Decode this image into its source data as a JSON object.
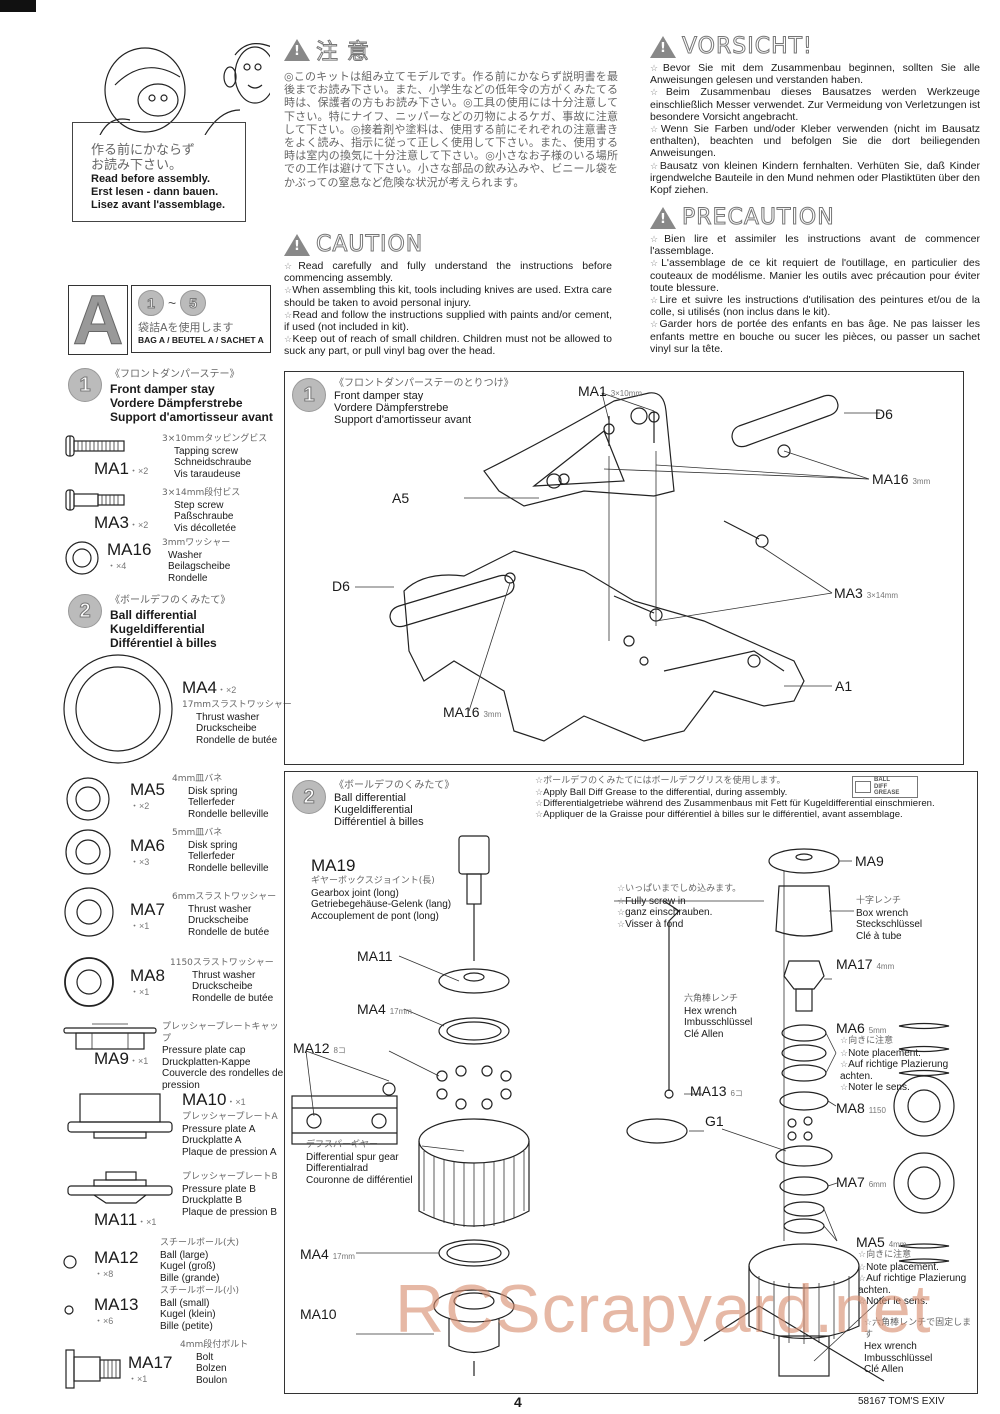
{
  "sign": {
    "jp": "作る前にかならず お読み下さい。",
    "lines": [
      "Read before assembly.",
      "Erst lesen - dann bauen.",
      "Lisez avant l'assemblage."
    ]
  },
  "warnings": {
    "jp": {
      "title": "注 意",
      "text": "◎このキットは組み立てモデルです。作る前にかならず説明書を最後までお読み下さい。また、小学生などの低年令の方がくみたてる時は、保護者の方もお読み下さい。◎工具の使用には十分注意して下さい。特にナイフ、ニッパーなどの刃物によるケガ、事故に注意して下さい。◎接着剤や塗料は、使用する前にそれぞれの注意書きをよく読み、指示に従って正しく使用して下さい。また、使用する時は室内の換気に十分注意して下さい。◎小さなお子様のいる場所での工作は避けて下さい。小さな部品の飲み込みや、ビニール袋をかぶっての窒息など危険な状況が考えられます。"
    },
    "en": {
      "title": "CAUTION",
      "items": [
        "Read carefully and fully understand the instructions before commencing assembly.",
        "When assembling this kit, tools including knives are used. Extra care should be taken to avoid personal injury.",
        "Read and follow the instructions supplied with paints and/or cement, if used (not included in kit).",
        "Keep out of reach of small children. Children must not be allowed to suck any part, or pull vinyl bag over the head."
      ]
    },
    "de": {
      "title": "VORSICHT!",
      "items": [
        "Bevor Sie mit dem Zusammenbau beginnen, sollten Sie alle Anweisungen gelesen und verstanden haben.",
        "Beim Zusammenbau dieses Bausatzes werden Werkzeuge einschließlich Messer verwendet. Zur Vermeidung von Verletzungen ist besondere Vorsicht angebracht.",
        "Wenn Sie Farben und/oder Kleber verwenden (nicht im Bausatz enthalten), beachten und befolgen Sie die dort beiliegenden Anweisungen.",
        "Bausatz von kleinen Kindern fernhalten. Verhüten Sie, daß Kinder irgendwelche Bauteile in den Mund nehmen oder Plastiktüten über den Kopf ziehen."
      ]
    },
    "fr": {
      "title": "PRECAUTION",
      "items": [
        "Bien lire et assimiler les instructions avant de commencer l'assemblage.",
        "L'assemblage de ce kit requiert de l'outillage, en particulier des couteaux de modélisme. Manier les outils avec précaution pour éviter toute blessure.",
        "Lire et suivre les instructions d'utilisation des peintures et/ou de la colle, si utilisés (non inclus dans le kit).",
        "Garder hors de portée des enfants en bas âge. Ne pas laisser les enfants mettre en bouche ou sucer les pièces, ou passer un sachet vinyl sur la tête."
      ]
    }
  },
  "bag": {
    "letter": "A",
    "steps_from": "1",
    "steps_sep": "~",
    "steps_to": "5",
    "jp": "袋詰Aを使用します",
    "label": "BAG A / BEUTEL A / SACHET A"
  },
  "parts_list": {
    "step1": {
      "num": "1",
      "jp": "《フロントダンパーステー》",
      "titles": [
        "Front damper stay",
        "Vordere Dämpferstrebe",
        "Support d'amortisseur avant"
      ],
      "parts": [
        {
          "code": "MA1",
          "qty": "・×2",
          "jp": "3×10mmタッピングビス",
          "names": [
            "Tapping screw",
            "Schneidschraube",
            "Vis taraudeuse"
          ]
        },
        {
          "code": "MA3",
          "qty": "・×2",
          "jp": "3×14mm段付ビス",
          "names": [
            "Step screw",
            "Paßschraube",
            "Vis décolletée"
          ]
        },
        {
          "code": "MA16",
          "qty": "・×4",
          "jp": "3mmワッシャー",
          "names": [
            "Washer",
            "Beilagscheibe",
            "Rondelle"
          ]
        }
      ]
    },
    "step2": {
      "num": "2",
      "jp": "《ボールデフのくみたて》",
      "titles": [
        "Ball differential",
        "Kugeldifferential",
        "Différentiel à billes"
      ],
      "parts": [
        {
          "code": "MA4",
          "qty": "・×2",
          "jp": "17mmスラストワッシャー",
          "names": [
            "Thrust washer",
            "Druckscheibe",
            "Rondelle de butée"
          ]
        },
        {
          "code": "MA5",
          "qty": "・×2",
          "jp": "4mm皿バネ",
          "names": [
            "Disk spring",
            "Tellerfeder",
            "Rondelle belleville"
          ]
        },
        {
          "code": "MA6",
          "qty": "・×3",
          "jp": "5mm皿バネ",
          "names": [
            "Disk spring",
            "Tellerfeder",
            "Rondelle belleville"
          ]
        },
        {
          "code": "MA7",
          "qty": "・×1",
          "jp": "6mmスラストワッシャー",
          "names": [
            "Thrust washer",
            "Druckscheibe",
            "Rondelle de butée"
          ]
        },
        {
          "code": "MA8",
          "qty": "・×1",
          "jp": "1150スラストワッシャー",
          "names": [
            "Thrust washer",
            "Druckscheibe",
            "Rondelle de butée"
          ]
        },
        {
          "code": "MA9",
          "qty": "・×1",
          "jp": "プレッシャープレートキャップ",
          "names": [
            "Pressure plate cap",
            "Druckplatten-Kappe",
            "Couvercle des rondelles de pression"
          ]
        },
        {
          "code": "MA10",
          "qty": "・×1",
          "jp": "プレッシャープレートA",
          "names": [
            "Pressure plate A",
            "Druckplatte A",
            "Plaque de pression A"
          ]
        },
        {
          "code": "MA11",
          "qty": "・×1",
          "jp": "プレッシャープレートB",
          "names": [
            "Pressure plate B",
            "Druckplatte B",
            "Plaque de pression B"
          ]
        },
        {
          "code": "MA12",
          "qty": "・×8",
          "jp": "スチールボール(大)",
          "names": [
            "Ball (large)",
            "Kugel (groß)",
            "Bille (grande)"
          ]
        },
        {
          "code": "MA13",
          "qty": "・×6",
          "jp": "スチールボール(小)",
          "names": [
            "Ball (small)",
            "Kugel (klein)",
            "Bille (petite)"
          ]
        },
        {
          "code": "MA17",
          "qty": "・×1",
          "jp": "4mm段付ボルト",
          "names": [
            "Bolt",
            "Bolzen",
            "Boulon"
          ]
        }
      ]
    }
  },
  "diagram1": {
    "num": "1",
    "jp": "《フロントダンパーステーのとりつけ》",
    "titles": [
      "Front damper stay",
      "Vordere Dämpferstrebe",
      "Support d'amortisseur avant"
    ],
    "callouts": {
      "ma1": "MA1",
      "ma1_size": "3×10mm",
      "d6_right": "D6",
      "ma16_right": "MA16",
      "ma16_right_size": "3mm",
      "a5": "A5",
      "d6_left": "D6",
      "ma3": "MA3",
      "ma3_size": "3×14mm",
      "a1": "A1",
      "ma16_bottom": "MA16",
      "ma16_bottom_size": "3mm"
    }
  },
  "diagram2": {
    "num": "2",
    "jp": "《ボールデフのくみたて》",
    "titles": [
      "Ball differential",
      "Kugeldifferential",
      "Différentiel à billes"
    ],
    "grease_note": {
      "jp": "ボールデフのくみたてにはボールデフグリスを使用します。",
      "items": [
        "Apply Ball Diff Grease to the differential, during assembly.",
        "Differentialgetriebe während des Zusammenbaus mit Fett für Kugeldifferential einschmieren.",
        "Appliquer de la Graisse pour différentiel à billes sur le différentiel, avant assemblage."
      ],
      "icon_label": [
        "BALL",
        "DIFF",
        "GREASE"
      ]
    },
    "ma19": {
      "code": "MA19",
      "jp": "ギヤーボックスジョイント(長)",
      "names": [
        "Gearbox joint (long)",
        "Getriebegehäuse-Gelenk (lang)",
        "Accouplement de pont (long)"
      ]
    },
    "left_callouts": {
      "ma11": "MA11",
      "ma4_top": "MA4",
      "ma4_top_size": "17mm",
      "ma12": "MA12",
      "ma12_count": "8コ",
      "ma4_bottom": "MA4",
      "ma4_bottom_size": "17mm",
      "ma10": "MA10"
    },
    "spur_gear": {
      "jp": "デフスパーギヤー",
      "names": [
        "Differential spur gear",
        "Differentialrad",
        "Couronne de différentiel"
      ]
    },
    "screw_in": {
      "jp": "いっぱいまでしめ込みます。",
      "items": [
        "Fully screw in",
        "ganz einschrauben.",
        "Visser à fond"
      ]
    },
    "box_wrench": {
      "jp": "十字レンチ",
      "names": [
        "Box wrench",
        "Steckschlüssel",
        "Clé à tube"
      ]
    },
    "hex_wrench": {
      "jp": "六角棒レンチ",
      "names": [
        "Hex wrench",
        "Imbusschlüssel",
        "Clé Allen"
      ]
    },
    "right_callouts": {
      "ma9": "MA9",
      "ma17": "MA17",
      "ma17_size": "4mm",
      "ma6": "MA6",
      "ma6_size": "5mm",
      "ma13": "MA13",
      "ma13_count": "6コ",
      "g1": "G1",
      "ma8": "MA8",
      "ma8_size": "1150",
      "ma7": "MA7",
      "ma7_size": "6mm",
      "ma5": "MA5",
      "ma5_size": "4mm"
    },
    "placement_note_1": {
      "jp": "向きに注意",
      "items": [
        "Note placement.",
        "Auf richtige Plazierung achten.",
        "Noter le sens."
      ]
    },
    "placement_note_2": {
      "jp": "向きに注意",
      "items": [
        "Note placement.",
        "Auf richtige Plazierung achten.",
        "Noter le sens."
      ]
    },
    "hold_wrench": {
      "jp": "六角棒レンチで固定します",
      "names": [
        "Hex wrench",
        "Imbusschlüssel",
        "Clé Allen"
      ]
    }
  },
  "footer": {
    "page_number": "4",
    "model": "58167 TOM'S EXIV"
  },
  "watermark": "RCScrapyard.net"
}
